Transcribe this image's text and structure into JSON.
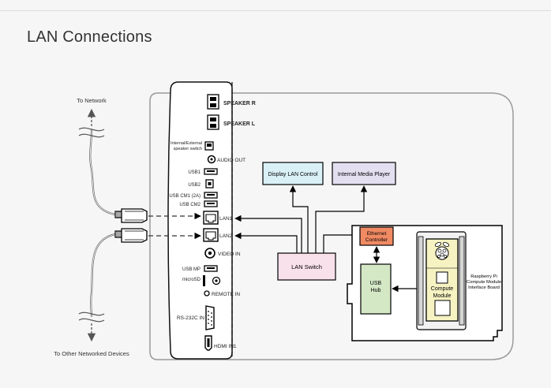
{
  "page": {
    "title": "LAN Connections"
  },
  "labels": {
    "to_network": "To Network",
    "to_other": "To Other Networked Devices"
  },
  "ports": {
    "speaker_r": "SPEAKER R",
    "speaker_l": "SPEAKER L",
    "speaker_switch_1": "Internal/External",
    "speaker_switch_2": "speaker switch",
    "audio_out": "AUDIO OUT",
    "usb1": "USB1",
    "usb2": "USB2",
    "usb_cm1": "USB CM1 (2A)",
    "usb_cm2": "USB CM2",
    "lan1": "LAN1",
    "lan2": "LAN2",
    "video_in": "VIDEO IN",
    "usb_mp": "USB MP",
    "microsd": "microSD",
    "remote_in": "REMOTE IN",
    "rs232c_in": "RS-232C IN",
    "hdmi_in1": "HDMI IN1"
  },
  "blocks": {
    "display_lan_control": "Display LAN Control",
    "internal_media_player": "Internal Media Player",
    "lan_switch": "LAN Switch",
    "ethernet_controller_1": "Ethernet",
    "ethernet_controller_2": "Controller",
    "usb_hub_1": "USB",
    "usb_hub_2": "Hub",
    "compute_module_1": "Compute",
    "compute_module_2": "Module",
    "rpi_board_1": "Raspberry Pi",
    "rpi_board_2": "Compute Module",
    "rpi_board_3": "Interface Board"
  },
  "colors": {
    "display_lan_control": "#d9f0f7",
    "internal_media_player": "#e4dff0",
    "lan_switch": "#f9e1ec",
    "ethernet_controller": "#f08a63",
    "usb_hub": "#d4e8c6",
    "compute_module": "#f6f2c2",
    "cable_green": "#9ccc65"
  }
}
